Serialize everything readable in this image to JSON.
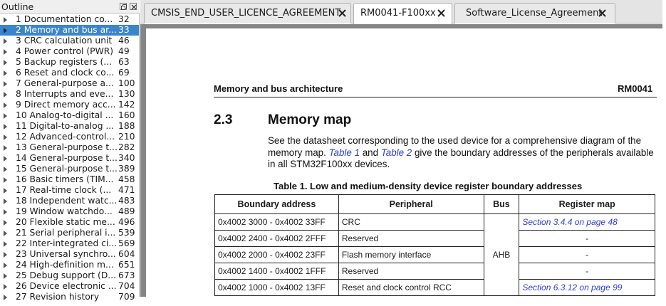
{
  "outline": {
    "title": "Outline",
    "items": [
      {
        "label": "1 Documentation co...",
        "page": "32"
      },
      {
        "label": "2 Memory and bus ar...",
        "page": "33",
        "selected": true
      },
      {
        "label": "3 CRC calculation unit",
        "page": "46"
      },
      {
        "label": "4 Power control (PWR)",
        "page": "49"
      },
      {
        "label": "5 Backup registers (...",
        "page": "63"
      },
      {
        "label": "6 Reset and clock co...",
        "page": "69"
      },
      {
        "label": "7 General-purpose a...",
        "page": "100"
      },
      {
        "label": "8 Interrupts and eve...",
        "page": "130"
      },
      {
        "label": "9 Direct memory acc...",
        "page": "142"
      },
      {
        "label": "10 Analog-to-digital ...",
        "page": "160"
      },
      {
        "label": "11 Digital-to-analog ...",
        "page": "188"
      },
      {
        "label": "12 Advanced-control...",
        "page": "210"
      },
      {
        "label": "13 General-purpose t...",
        "page": "282"
      },
      {
        "label": "14 General-purpose t...",
        "page": "340"
      },
      {
        "label": "15 General-purpose t...",
        "page": "389"
      },
      {
        "label": "16 Basic timers (TIM...",
        "page": "458"
      },
      {
        "label": "17 Real-time clock (...",
        "page": "471"
      },
      {
        "label": "18 Independent watc...",
        "page": "483"
      },
      {
        "label": "19 Window watchdo...",
        "page": "489"
      },
      {
        "label": "20 Flexible static me...",
        "page": "496"
      },
      {
        "label": "21 Serial peripheral i...",
        "page": "539"
      },
      {
        "label": "22 Inter-integrated ci...",
        "page": "569"
      },
      {
        "label": "23 Universal synchro...",
        "page": "604"
      },
      {
        "label": "24 High-definition m...",
        "page": "651"
      },
      {
        "label": "25 Debug support (D...",
        "page": "673"
      },
      {
        "label": "26 Device electronic ...",
        "page": "704"
      },
      {
        "label": "27 Revision history",
        "page": "709"
      }
    ]
  },
  "tabs": [
    {
      "label": "CMSIS_END_USER_LICENCE_AGREEMENT"
    },
    {
      "label": "RM0041-F100xx",
      "active": true
    },
    {
      "label": "Software_License_Agreement"
    }
  ],
  "document": {
    "header_left": "Memory and bus architecture",
    "header_right": "RM0041",
    "section_number": "2.3",
    "section_title": "Memory map",
    "para_line1": "See the datasheet corresponding to the used device for a comprehensive diagram of the",
    "para_line2_a": "memory map. ",
    "para_line2_link1": "Table 1",
    "para_line2_b": " and ",
    "para_line2_link2": "Table 2",
    "para_line2_c": " give the boundary addresses of the peripherals available",
    "para_line3": "in all STM32F100xx devices.",
    "table_caption": "Table 1. Low and medium-density device register boundary addresses",
    "table": {
      "headers": [
        "Boundary address",
        "Peripheral",
        "Bus",
        "Register map"
      ],
      "bus_value": "AHB",
      "rows": [
        {
          "address": "0x4002 3000 - 0x4002 33FF",
          "peripheral": "CRC",
          "register_map": "Section 3.4.4 on page 48",
          "is_link": true
        },
        {
          "address": "0x4002 2400 - 0x4002 2FFF",
          "peripheral": "Reserved",
          "register_map": "-",
          "is_link": false
        },
        {
          "address": "0x4002 2000 - 0x4002 23FF",
          "peripheral": "Flash memory interface",
          "register_map": "-",
          "is_link": false
        },
        {
          "address": "0x4002 1400 - 0x4002 1FFF",
          "peripheral": "Reserved",
          "register_map": "-",
          "is_link": false
        },
        {
          "address": "0x4002 1000 - 0x4002 13FF",
          "peripheral": "Reset and clock control RCC",
          "register_map": "Section 6.3.12 on page 99",
          "is_link": true
        }
      ]
    }
  },
  "colors": {
    "selection": "#3b86c9",
    "link": "#2e3ed8",
    "viewer_background": "#858585"
  }
}
